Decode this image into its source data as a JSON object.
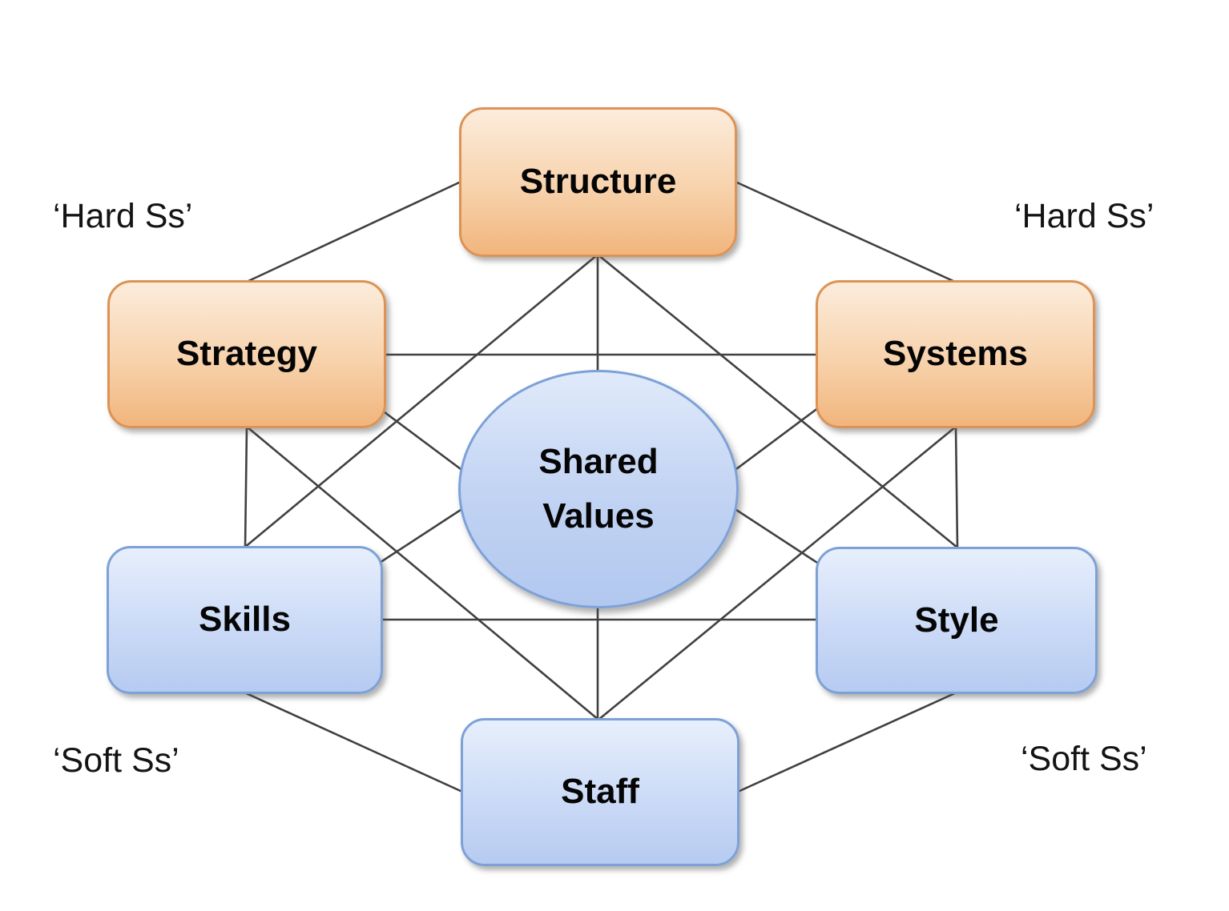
{
  "diagram": {
    "name": "7S framework diagram",
    "nodes": [
      {
        "id": "structure",
        "label": "Structure",
        "type": "hard"
      },
      {
        "id": "strategy",
        "label": "Strategy",
        "type": "hard"
      },
      {
        "id": "systems",
        "label": "Systems",
        "type": "hard"
      },
      {
        "id": "shared_values",
        "label": "Shared Values",
        "type": "center"
      },
      {
        "id": "skills",
        "label": "Skills",
        "type": "soft"
      },
      {
        "id": "style",
        "label": "Style",
        "type": "soft"
      },
      {
        "id": "staff",
        "label": "Staff",
        "type": "soft"
      }
    ],
    "annotations": {
      "top_left": "‘Hard Ss’",
      "top_right": "‘Hard Ss’",
      "bottom_left": "‘Soft Ss’",
      "bottom_right": "‘Soft Ss’"
    },
    "edges": [
      {
        "from": "structure",
        "to": "strategy"
      },
      {
        "from": "structure",
        "to": "systems"
      },
      {
        "from": "strategy",
        "to": "systems"
      },
      {
        "from": "strategy",
        "to": "skills"
      },
      {
        "from": "systems",
        "to": "style"
      },
      {
        "from": "skills",
        "to": "style"
      },
      {
        "from": "skills",
        "to": "staff"
      },
      {
        "from": "style",
        "to": "staff"
      },
      {
        "from": "structure",
        "to": "staff"
      },
      {
        "from": "structure",
        "to": "skills"
      },
      {
        "from": "structure",
        "to": "style"
      },
      {
        "from": "strategy",
        "to": "staff"
      },
      {
        "from": "systems",
        "to": "staff"
      },
      {
        "from": "structure",
        "to": "shared_values"
      },
      {
        "from": "strategy",
        "to": "shared_values"
      },
      {
        "from": "systems",
        "to": "shared_values"
      },
      {
        "from": "skills",
        "to": "shared_values"
      },
      {
        "from": "style",
        "to": "shared_values"
      },
      {
        "from": "staff",
        "to": "shared_values"
      }
    ],
    "colors": {
      "hard_fill_top": "#FCECDC",
      "hard_fill_bottom": "#F1B57D",
      "hard_border": "#DC9355",
      "soft_fill_top": "#E7EFFC",
      "soft_fill_bottom": "#B6CBF1",
      "soft_border": "#7DA1D7",
      "connector": "#404040",
      "background": "#FFFFFF",
      "text": "#050505"
    }
  }
}
